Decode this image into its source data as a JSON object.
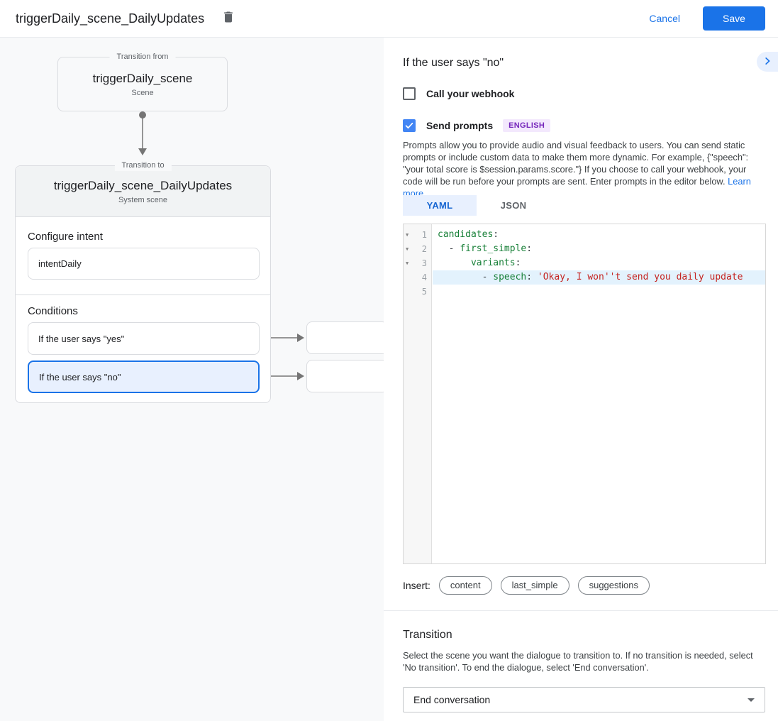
{
  "header": {
    "title": "triggerDaily_scene_DailyUpdates",
    "cancel_label": "Cancel",
    "save_label": "Save"
  },
  "canvas": {
    "from_node": {
      "legend": "Transition from",
      "title": "triggerDaily_scene",
      "subtitle": "Scene"
    },
    "to_node": {
      "legend": "Transition to",
      "title": "triggerDaily_scene_DailyUpdates",
      "subtitle": "System scene"
    },
    "configure_intent": {
      "heading": "Configure intent",
      "value": "intentDaily"
    },
    "conditions": {
      "heading": "Conditions",
      "items": [
        {
          "label": "If the user says \"yes\"",
          "selected": false
        },
        {
          "label": "If the user says \"no\"",
          "selected": true
        }
      ]
    }
  },
  "panel": {
    "title": "If the user says \"no\"",
    "collapse_icon": "chevron-right-icon",
    "webhook": {
      "label": "Call your webhook",
      "checked": false
    },
    "prompts": {
      "label": "Send prompts",
      "checked": true,
      "badge": "ENGLISH"
    },
    "description": "Prompts allow you to provide audio and visual feedback to users. You can send static prompts or include custom data to make them more dynamic. For example, {\"speech\": \"your total score is $session.params.score.\"} If you choose to call your webhook, your code will be run before your prompts are sent. Enter prompts in the editor below. ",
    "learn_more": "Learn more",
    "tabs": [
      {
        "label": "YAML",
        "active": true
      },
      {
        "label": "JSON",
        "active": false
      }
    ],
    "editor": {
      "lines": [
        {
          "num": "1",
          "fold": true,
          "highlight": false,
          "tokens": [
            {
              "c": "key",
              "t": "candidates"
            },
            {
              "c": "plain",
              "t": ":"
            }
          ]
        },
        {
          "num": "2",
          "fold": true,
          "highlight": false,
          "tokens": [
            {
              "c": "plain",
              "t": "  - "
            },
            {
              "c": "key",
              "t": "first_simple"
            },
            {
              "c": "plain",
              "t": ":"
            }
          ]
        },
        {
          "num": "3",
          "fold": true,
          "highlight": false,
          "tokens": [
            {
              "c": "plain",
              "t": "      "
            },
            {
              "c": "key",
              "t": "variants"
            },
            {
              "c": "plain",
              "t": ":"
            }
          ]
        },
        {
          "num": "4",
          "fold": false,
          "highlight": true,
          "tokens": [
            {
              "c": "plain",
              "t": "        - "
            },
            {
              "c": "key",
              "t": "speech"
            },
            {
              "c": "plain",
              "t": ": "
            },
            {
              "c": "str",
              "t": "'Okay, I won''t send you daily update"
            }
          ]
        },
        {
          "num": "5",
          "fold": false,
          "highlight": false,
          "tokens": []
        }
      ]
    },
    "insert": {
      "label": "Insert:",
      "chips": [
        "content",
        "last_simple",
        "suggestions"
      ]
    },
    "transition": {
      "heading": "Transition",
      "description": "Select the scene you want the dialogue to transition to. If no transition is needed, select 'No transition'. To end the dialogue, select 'End conversation'.",
      "value": "End conversation"
    }
  },
  "colors": {
    "accent_blue": "#1a73e8",
    "checkbox_blue": "#4285f4",
    "selected_bg": "#e8f0fe",
    "badge_bg": "#f3e8fd",
    "badge_text": "#7627bb",
    "code_key": "#188038",
    "code_string": "#c5221f",
    "line_highlight": "#e3f2fd"
  }
}
